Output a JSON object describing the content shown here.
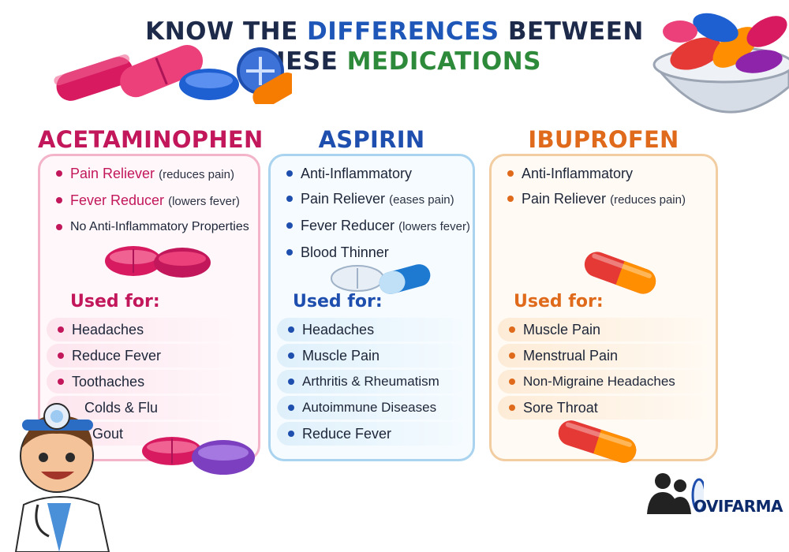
{
  "title": {
    "line1_pre": "KNOW THE ",
    "line1_hl": "DIFFERENCES",
    "line1_post": " BETWEEN",
    "line2_pre": "THESE ",
    "line2_hl": "MEDICATIONS"
  },
  "colors": {
    "navy": "#1d2a4a",
    "acetaminophen": "#c2185b",
    "aspirin": "#1f4fae",
    "ibuprofen": "#e06a1b"
  },
  "columns": [
    {
      "name": "ACETAMINOPHEN",
      "properties": [
        {
          "main": "Pain Reliever",
          "note": "(reduces pain)"
        },
        {
          "main": "Fever Reducer",
          "note": "(lowers fever)"
        },
        {
          "main": "No Anti-Inflammatory Properties",
          "note": ""
        }
      ],
      "used_for_label": "Used for:",
      "used_for": [
        "Headaches",
        "Reduce Fever",
        "Toothaches",
        "Colds & Flu",
        "Gout"
      ]
    },
    {
      "name": "ASPIRIN",
      "properties": [
        {
          "main": "Anti-Inflammatory",
          "note": ""
        },
        {
          "main": "Pain Reliever",
          "note": "(eases pain)"
        },
        {
          "main": "Fever Reducer",
          "note": "(lowers fever)"
        },
        {
          "main": "Blood Thinner",
          "note": ""
        }
      ],
      "used_for_label": "Used for:",
      "used_for": [
        "Headaches",
        "Muscle Pain",
        "Arthritis & Rheumatism",
        "Autoimmune Diseases",
        "Reduce Fever"
      ]
    },
    {
      "name": "IBUPROFEN",
      "properties": [
        {
          "main": "Anti-Inflammatory",
          "note": ""
        },
        {
          "main": "Pain Reliever",
          "note": "(reduces pain)"
        }
      ],
      "used_for_label": "Used for:",
      "used_for": [
        "Muscle Pain",
        "Menstrual Pain",
        "Non-Migraine Headaches",
        "Sore Throat"
      ]
    }
  ],
  "logo": {
    "text": "OVIFARMA"
  }
}
